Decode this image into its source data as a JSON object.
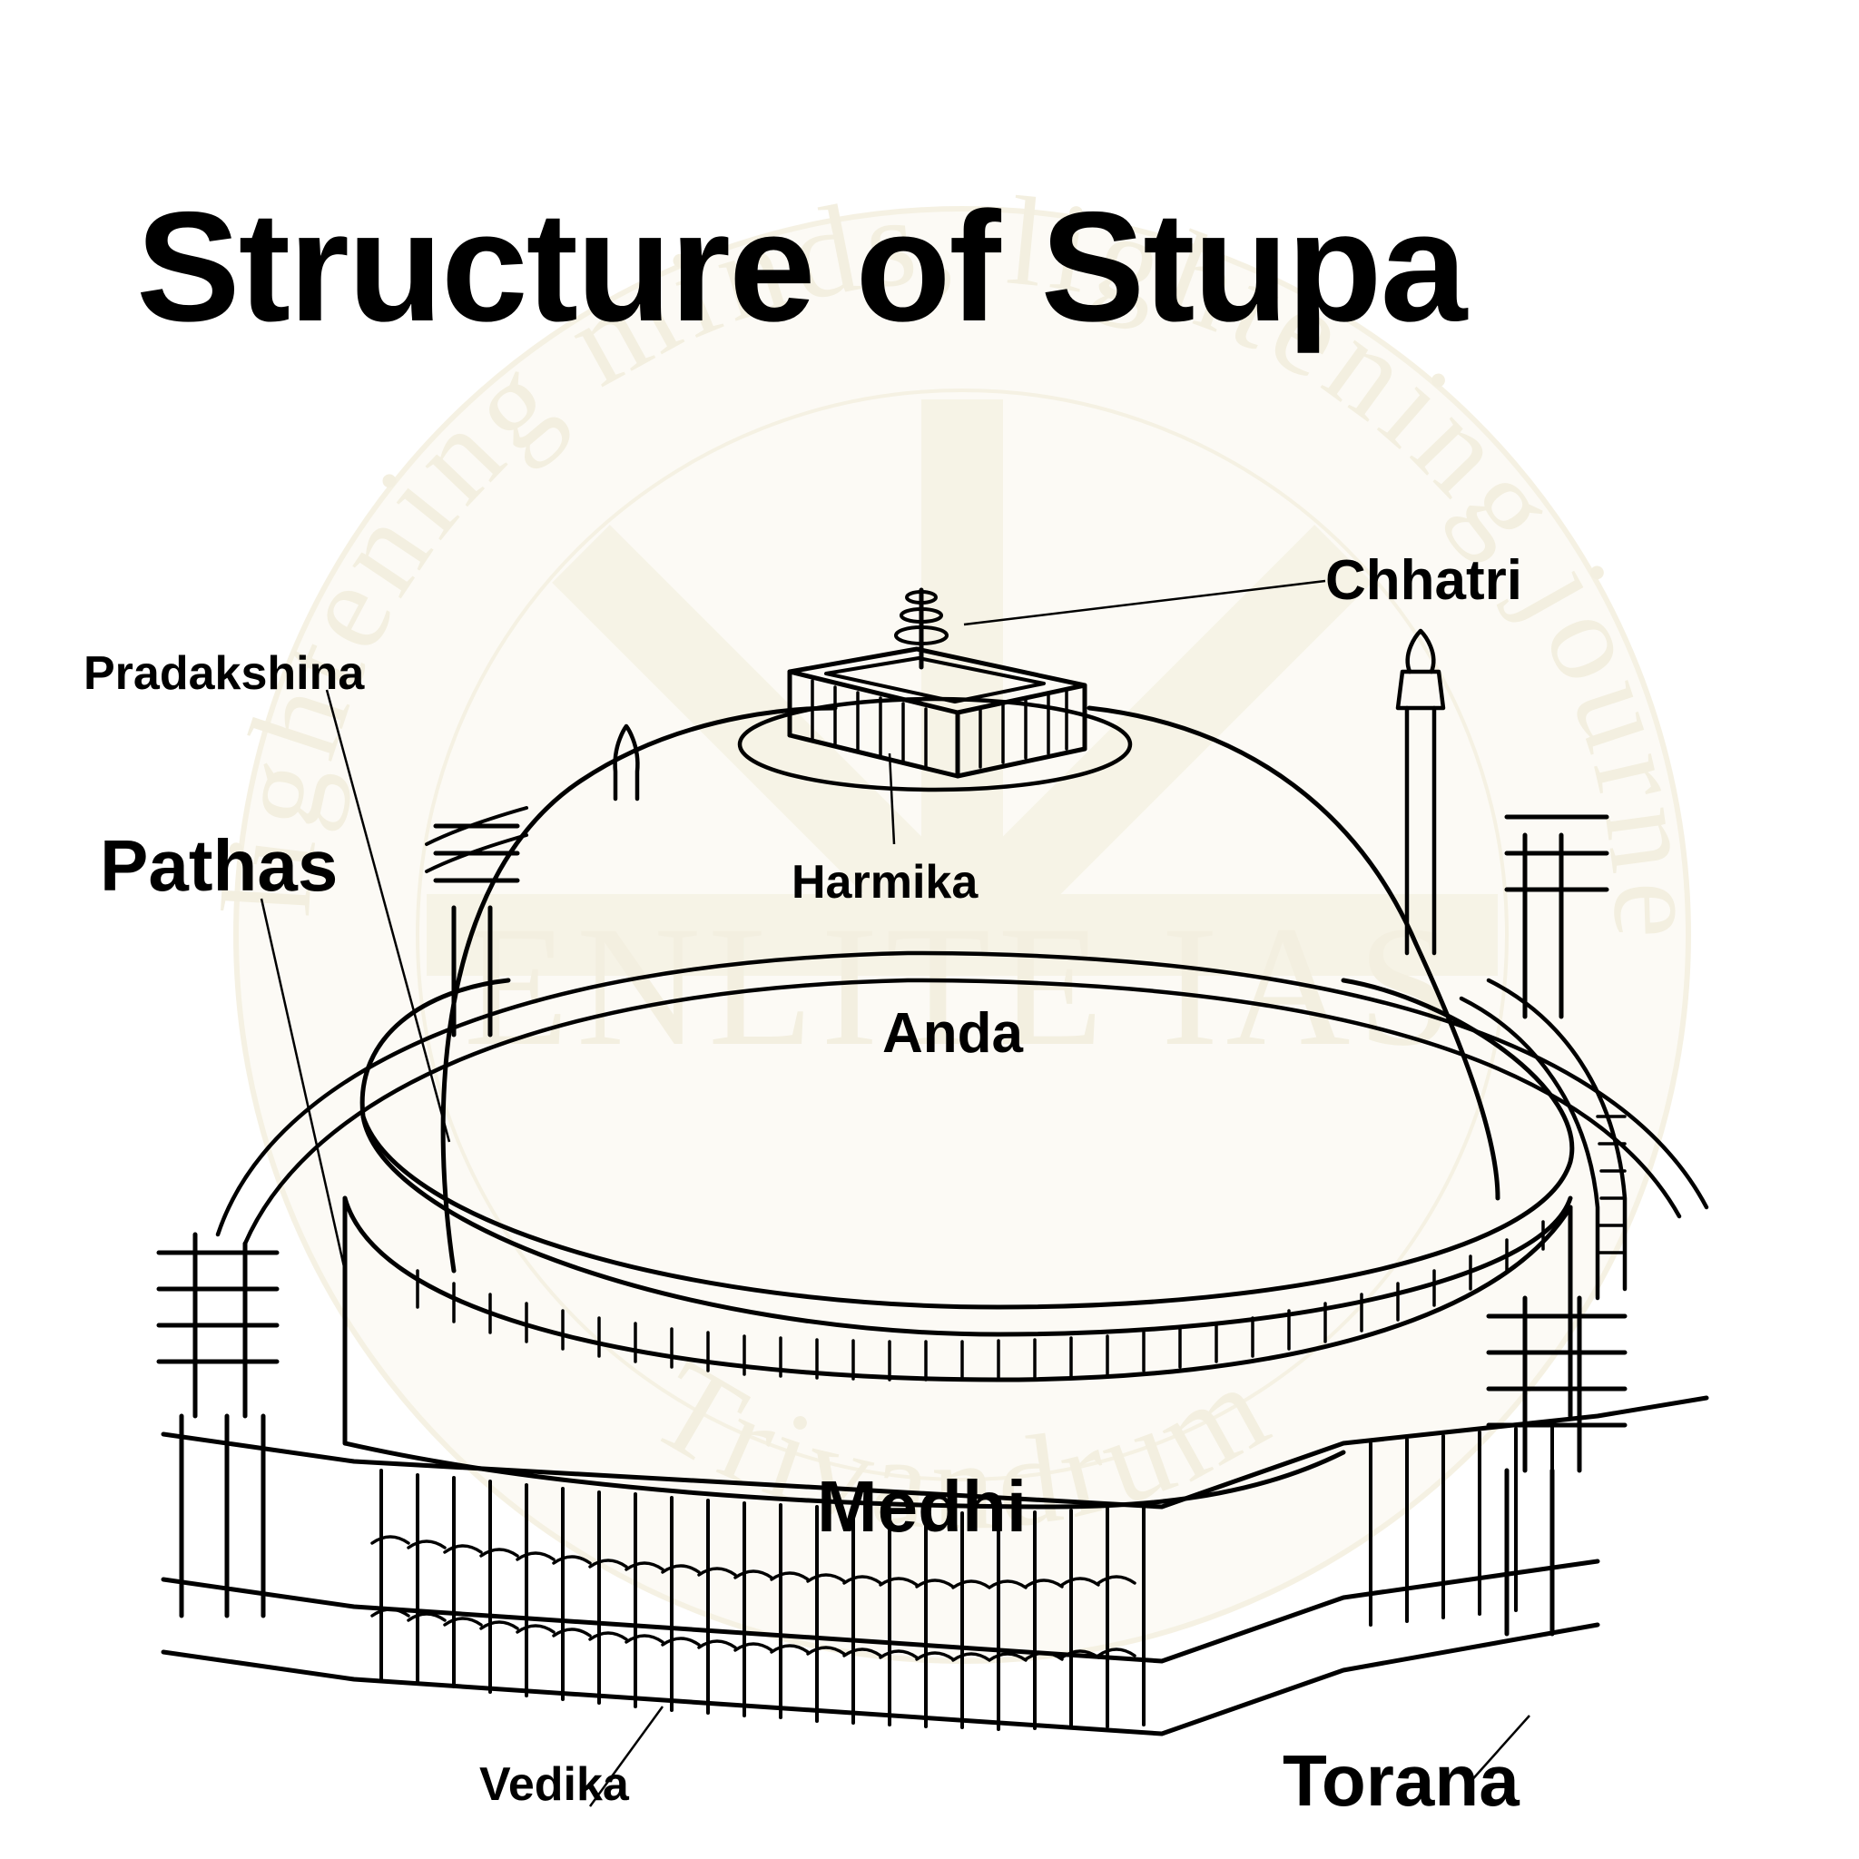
{
  "title": "Structure of Stupa",
  "labels": {
    "chhatri": "Chhatri",
    "pradakshina": "Pradakshina",
    "pathas": "Pathas",
    "harmika": "Harmika",
    "anda": "Anda",
    "medhi": "Medhi",
    "vedika": "Vedika",
    "torana": "Torana"
  },
  "watermark": {
    "name": "ENLITE IAS",
    "motto_top": "Enlightening minds, lightening journeys",
    "location": "Trivandrum"
  },
  "colors": {
    "ink": "#000000",
    "watermark": "#f3efdf",
    "background": "#ffffff"
  }
}
